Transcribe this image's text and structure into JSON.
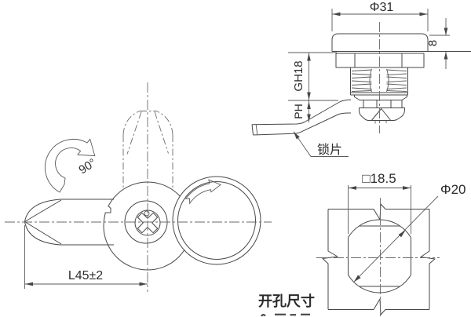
{
  "drawing": {
    "type": "engineering-drawing",
    "product": "quarter-turn cam lock",
    "colors": {
      "background": "#ffffff",
      "line": "#474747",
      "text": "#2b2b2b"
    },
    "front_view": {
      "rotation_angle": "90°",
      "length_dim": "L45±2"
    },
    "side_view": {
      "head_diameter_dim": "Φ31",
      "head_height_dim": "8",
      "grip_range_dim": "GH18",
      "panel_thickness_dim": "PH",
      "cam_label": "锁片"
    },
    "cutout_view": {
      "across_flats_dim": "□18.5",
      "hole_diameter_dim": "Φ20",
      "caption": "开孔尺寸"
    }
  }
}
